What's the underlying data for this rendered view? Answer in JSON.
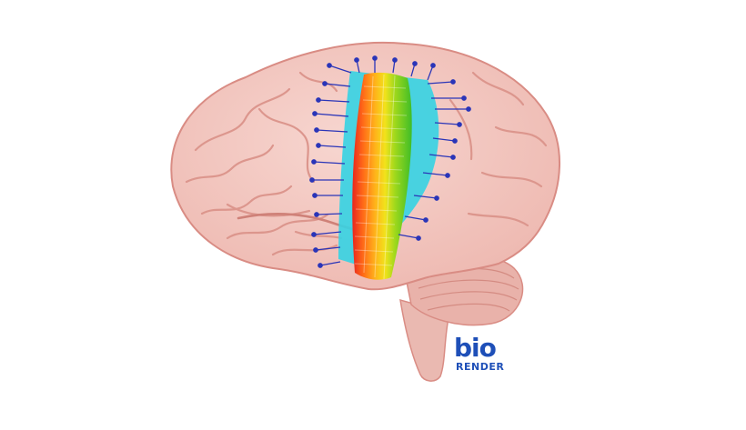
{
  "scene": {
    "subject": "human-brain-with-electrode-array",
    "colors": {
      "brain_fill": "#f2c7c0",
      "brain_fold": "#e09d95",
      "brain_outline": "#d98c84",
      "cerebellum": "#e9b2aa",
      "stem": "#eab9b1",
      "array_red": "#e8261e",
      "array_orange": "#ff8a1a",
      "array_yellow": "#f2e21b",
      "array_green": "#59c421",
      "array_cyan": "#35d3e3",
      "lead_blue": "#2a35b8"
    }
  },
  "logo": {
    "word_top": "bio",
    "word_bottom": "RENDER",
    "color": "#1e4fb8",
    "accent": "#4fc3e8"
  }
}
